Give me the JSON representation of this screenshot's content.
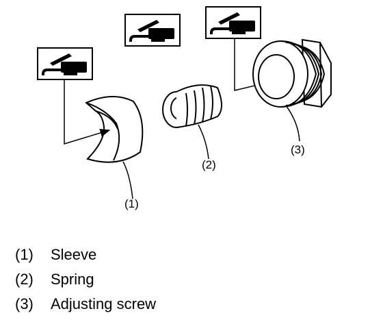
{
  "callouts": {
    "sleeve": "(1)",
    "spring": "(2)",
    "adjusting_screw": "(3)"
  },
  "icons": [
    "grease-gun-icon",
    "grease-gun-icon",
    "grease-gun-icon"
  ],
  "legend": [
    {
      "num": "(1)",
      "name": "Sleeve"
    },
    {
      "num": "(2)",
      "name": "Spring"
    },
    {
      "num": "(3)",
      "name": "Adjusting screw"
    }
  ]
}
